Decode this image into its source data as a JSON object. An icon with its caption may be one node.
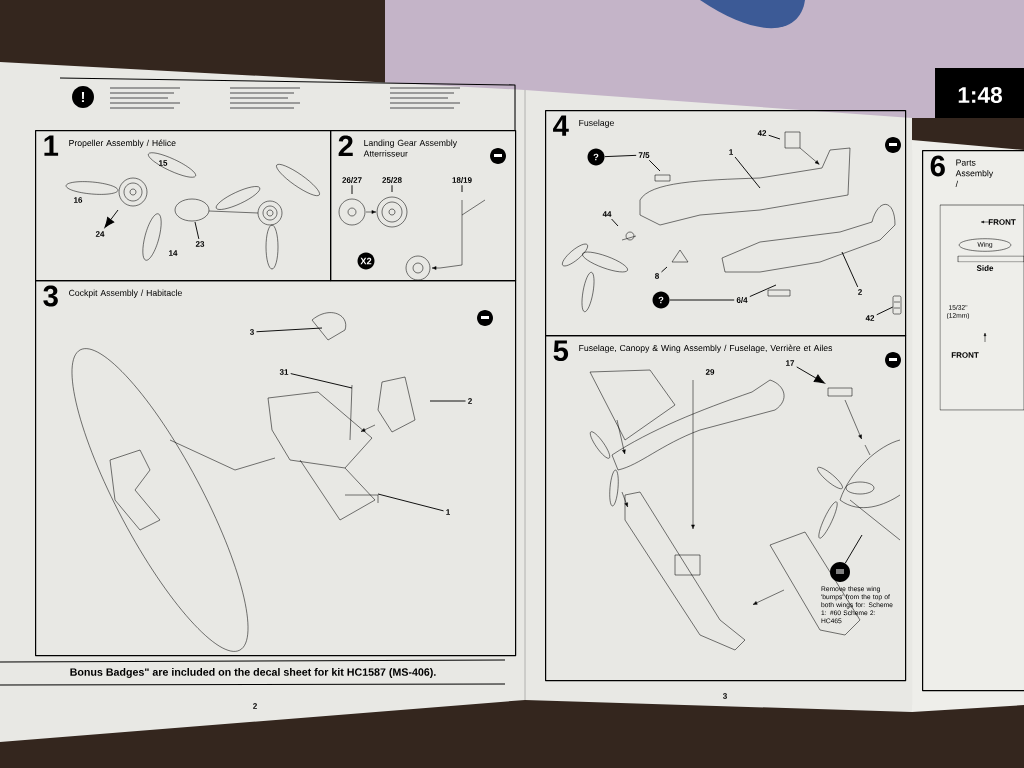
{
  "diagram": {
    "nodes": [
      {
        "text": [
          "1",
          "Propeller Assembly / Hélice"
        ]
      },
      {
        "text": [
          "2",
          "Landing Gear Assembly Atterrisseur"
        ]
      },
      {
        "text": [
          "3",
          "Cockpit Assembly / Habitacle"
        ]
      },
      {
        "text": [
          "4",
          "Fuselage"
        ]
      },
      {
        "text": [
          "5",
          "Fuselage, Canopy & Wing Assembly / Fuselage, Verrière et Ailes"
        ]
      },
      {
        "text": [
          "6",
          "Parts Assembly /"
        ]
      },
      {
        "text": [
          "24"
        ],
        "in": 0
      },
      {
        "text": [
          "23"
        ],
        "in": 0
      },
      {
        "text": [
          "26/27"
        ],
        "in": 1
      },
      {
        "text": [
          "25/28"
        ],
        "in": 1
      },
      {
        "text": [
          "18/19"
        ],
        "in": 1
      },
      {
        "text": [
          "X2"
        ],
        "in": 1
      },
      {
        "text": [
          "3"
        ],
        "in": 2
      },
      {
        "text": [
          "31"
        ],
        "in": 2
      },
      {
        "text": [
          "2"
        ],
        "in": 2
      },
      {
        "text": [
          "1"
        ],
        "in": 2
      },
      {
        "text": [
          "?"
        ],
        "in": 3
      },
      {
        "text": [
          "7/5"
        ],
        "in": 3
      },
      {
        "text": [
          "1"
        ],
        "in": 3
      },
      {
        "text": [
          "42"
        ],
        "in": 3
      },
      {
        "text": [
          "44"
        ],
        "in": 3
      },
      {
        "text": [
          "8"
        ],
        "in": 3
      },
      {
        "text": [
          "?"
        ],
        "in": 3
      },
      {
        "text": [
          "6/4"
        ],
        "in": 3
      },
      {
        "text": [
          "2"
        ],
        "in": 3
      },
      {
        "text": [
          "42"
        ],
        "in": 3
      },
      {
        "text": [
          "17"
        ],
        "in": 4
      },
      {
        "text": [],
        "shape": "circle",
        "in": 4,
        "beside": [
          "Remove these wing 'bumps' from the top of both wings for: Scheme 1: #60 Scheme 2: HC465"
        ]
      },
      {
        "text": [
          "Wing"
        ],
        "in": 5
      },
      {
        "text": [],
        "shape": "picture",
        "in": 3
      }
    ],
    "edges": [
      {
        "from": null,
        "to": 6,
        "arrow": "to"
      },
      {
        "from": 7,
        "to": null,
        "arrow": "none"
      },
      {
        "from": 8,
        "to": null,
        "arrow": "none"
      },
      {
        "from": 9,
        "to": null,
        "arrow": "none"
      },
      {
        "from": 10,
        "to": null,
        "arrow": "none"
      },
      {
        "from": 12,
        "to": null,
        "arrow": "none"
      },
      {
        "from": 13,
        "to": null,
        "arrow": "none"
      },
      {
        "from": 14,
        "to": null,
        "arrow": "none"
      },
      {
        "from": 15,
        "to": null,
        "arrow": "none"
      },
      {
        "from": 16,
        "to": 17,
        "arrow": "none"
      },
      {
        "from": 17,
        "to": null,
        "arrow": "none"
      },
      {
        "from": 18,
        "to": null,
        "arrow": "none"
      },
      {
        "from": 19,
        "to": null,
        "arrow": "none"
      },
      {
        "from": 20,
        "to": null,
        "arrow": "none"
      },
      {
        "from": 21,
        "to": null,
        "arrow": "none"
      },
      {
        "from": 22,
        "to": 23,
        "arrow": "none"
      },
      {
        "from": 23,
        "to": null,
        "arrow": "none"
      },
      {
        "from": 24,
        "to": null,
        "arrow": "none"
      },
      {
        "from": 25,
        "to": 29,
        "arrow": "none"
      },
      {
        "from": 26,
        "to": null,
        "arrow": "to"
      },
      {
        "from": 27,
        "to": null,
        "arrow": "none"
      }
    ],
    "labels": [
      "!",
      "15",
      "16",
      "14",
      "29",
      "FRONT",
      "Side",
      "15/32\" (12mm)",
      "FRONT",
      "Bonus Badges\" are included on the decal sheet for kit HC1587 (MS-406).",
      "2",
      "3",
      "1:48"
    ]
  }
}
